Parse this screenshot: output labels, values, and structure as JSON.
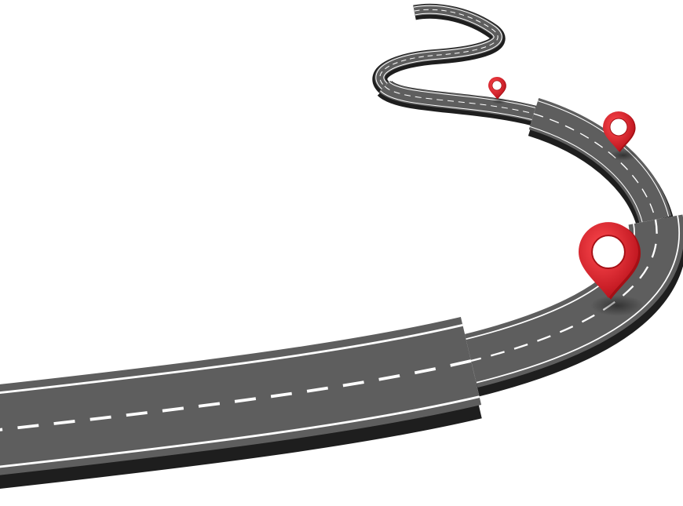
{
  "illustration": {
    "subject": "winding-road",
    "colors": {
      "background": "#ffffff",
      "asphalt": "#5e5e5e",
      "road_edge_shadow": "#1e1e1e",
      "lane_marking": "#ffffff",
      "pin_red": "#e31b23",
      "pin_dark_red": "#a50f15"
    },
    "pins": [
      {
        "name": "large-location-pin",
        "icon": "map-pin-icon"
      },
      {
        "name": "medium-location-pin",
        "icon": "map-pin-icon"
      },
      {
        "name": "small-location-pin",
        "icon": "map-pin-icon"
      }
    ]
  }
}
